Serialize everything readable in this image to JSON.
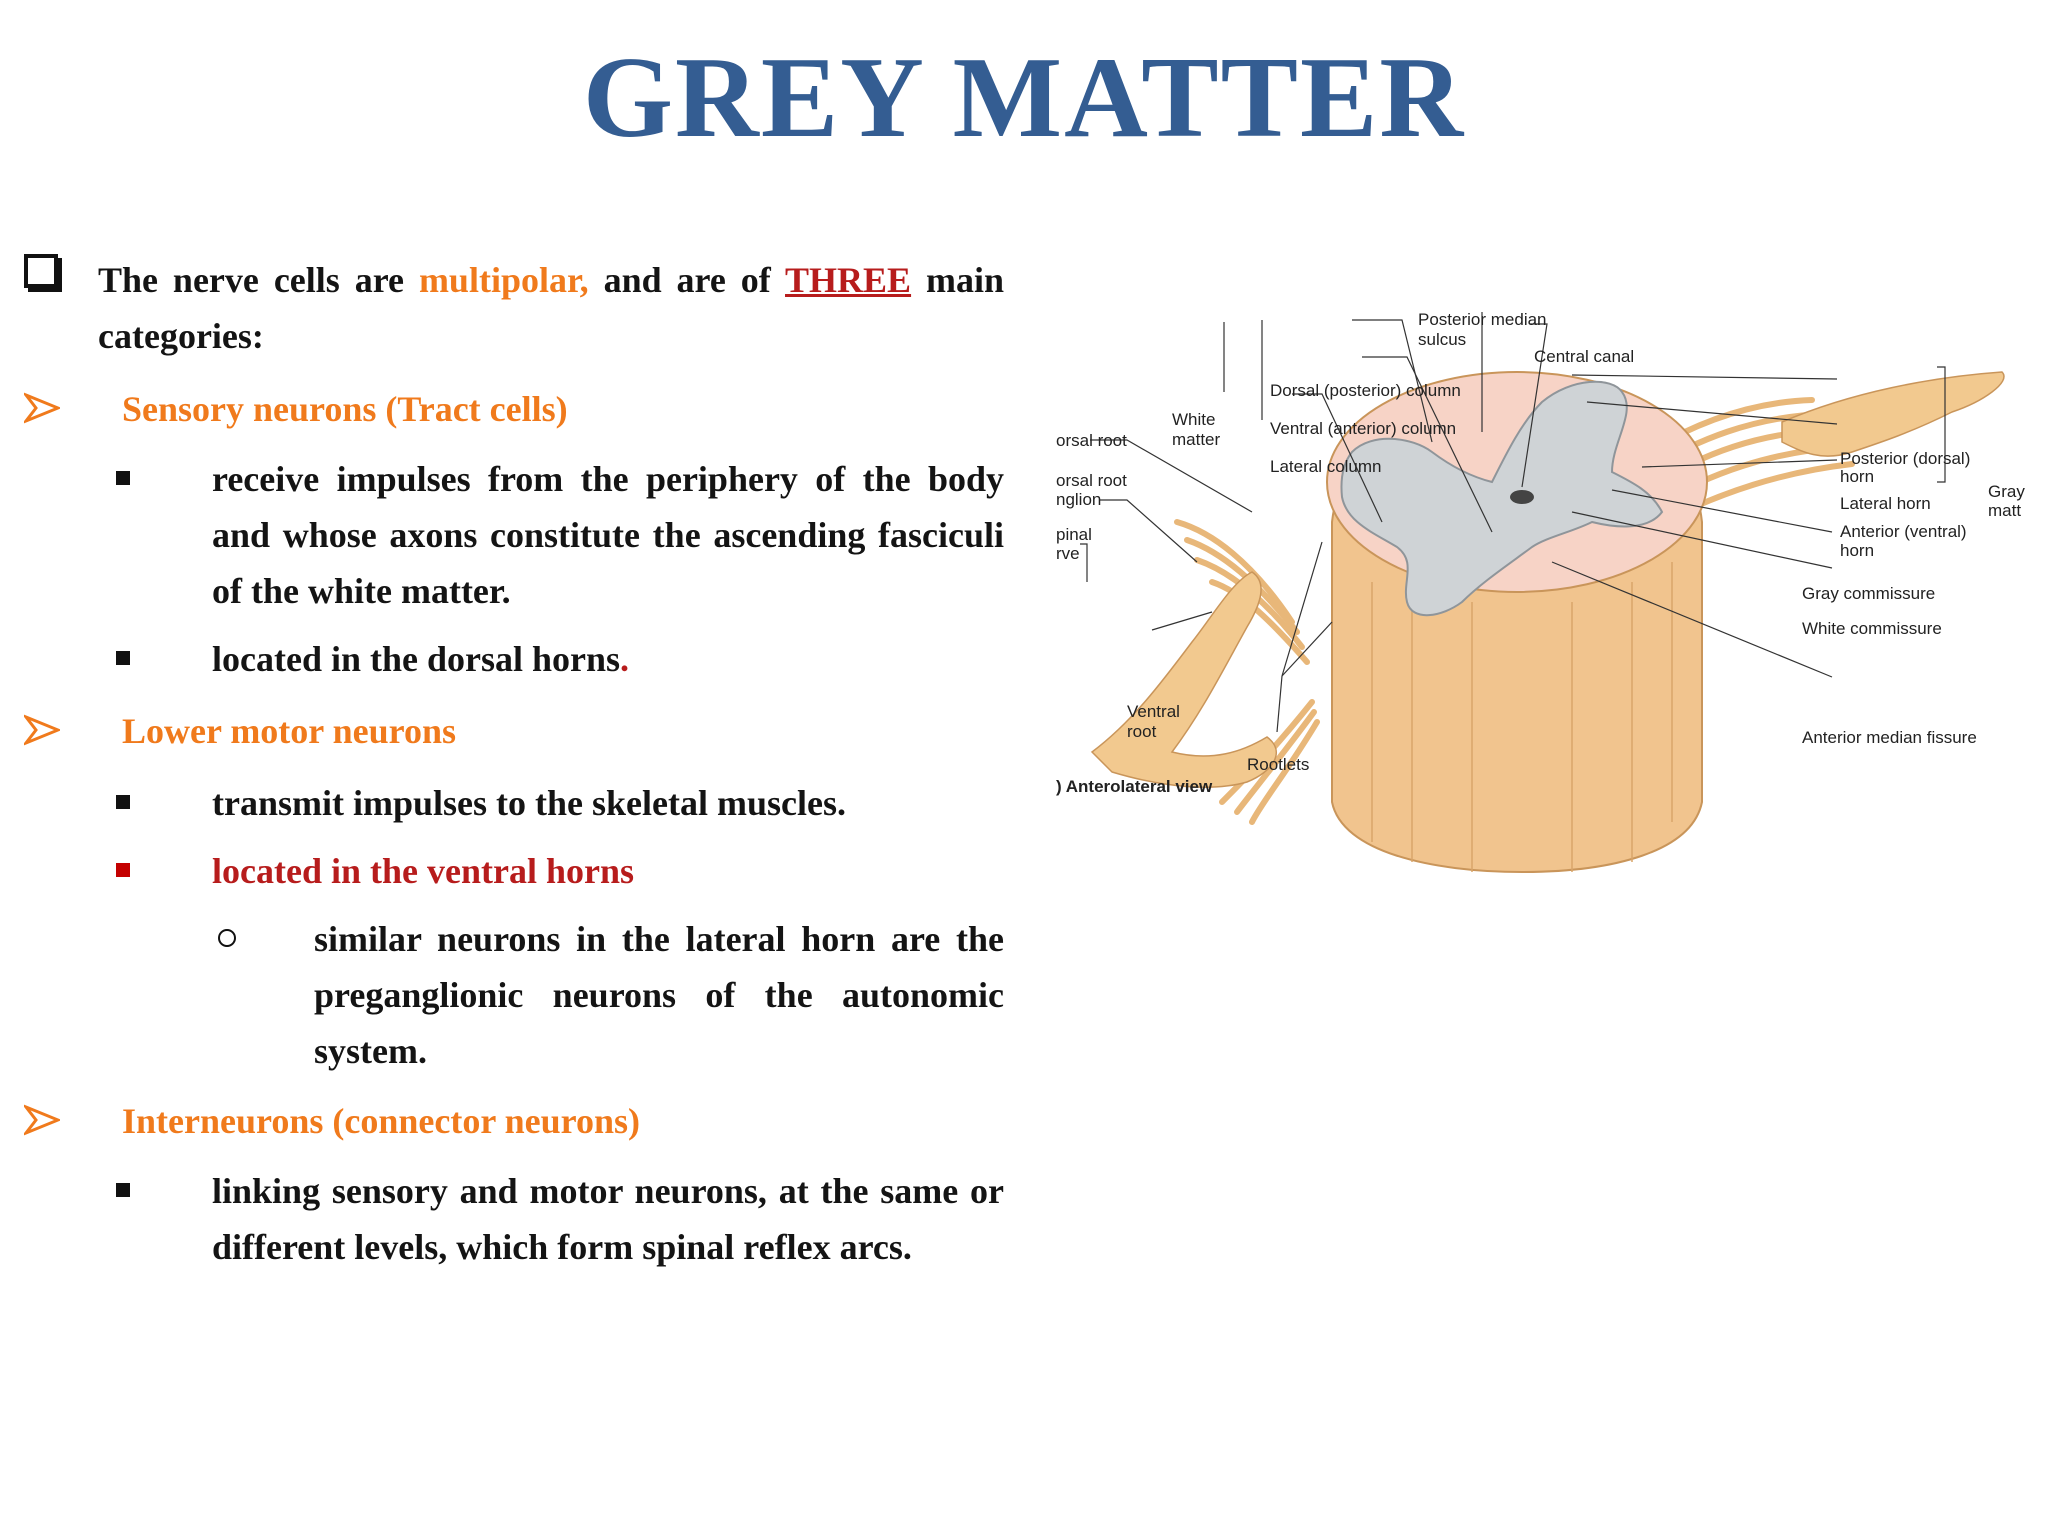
{
  "title": "GREY MATTER",
  "intro": {
    "text_before": "The nerve cells are ",
    "highlight1": "multipolar,",
    "text_middle": " and are of ",
    "highlight2": "THREE",
    "text_after": " main categories:"
  },
  "categories": [
    {
      "heading": "Sensory neurons (Tract cells)",
      "bullets": [
        {
          "text": "receive impulses from the periphery of the body and whose axons constitute the ascending fasciculi of the white matter."
        },
        {
          "text": "located in the dorsal horns",
          "suffix": "."
        }
      ]
    },
    {
      "heading": "Lower motor neurons",
      "bullets": [
        {
          "text": "transmit impulses to the skeletal muscles."
        },
        {
          "text": "located in the ventral horns"
        }
      ],
      "sub_bullet": "similar neurons in the lateral horn are the preganglionic neurons of the autonomic system."
    },
    {
      "heading": "Interneurons (connector neurons)",
      "bullets": [
        {
          "text": "linking sensory and motor neurons, at the same or different levels, which form spinal reflex arcs."
        }
      ]
    }
  ],
  "diagram": {
    "labels": {
      "posterior_median_sulcus_1": "Posterior median",
      "posterior_median_sulcus_2": "sulcus",
      "central_canal": "Central canal",
      "white_matter_1": "White",
      "white_matter_2": "matter",
      "dorsal_column": "Dorsal (posterior) column",
      "ventral_column": "Ventral (anterior) column",
      "lateral_column": "Lateral column",
      "posterior_horn_1": "Posterior (dorsal)",
      "posterior_horn_2": "horn",
      "gray_matter_1": "Gray",
      "gray_matter_2": "matt",
      "lateral_horn": "Lateral horn",
      "anterior_horn_1": "Anterior (ventral)",
      "anterior_horn_2": "horn",
      "dorsal_root": "orsal root",
      "dorsal_root_ganglion_1": "orsal root",
      "dorsal_root_ganglion_2": "nglion",
      "spinal_nerve_1": "pinal",
      "spinal_nerve_2": "rve",
      "gray_commissure": "Gray commissure",
      "white_commissure": "White commissure",
      "ventral_root_1": "Ventral",
      "ventral_root_2": "root",
      "rootlets": "Rootlets",
      "anterior_median_fissure": "Anterior median fissure",
      "view": ") Anterolateral view"
    }
  },
  "colors": {
    "title": "#345d92",
    "accent_orange": "#f07a1c",
    "accent_red": "#b71c1c"
  }
}
